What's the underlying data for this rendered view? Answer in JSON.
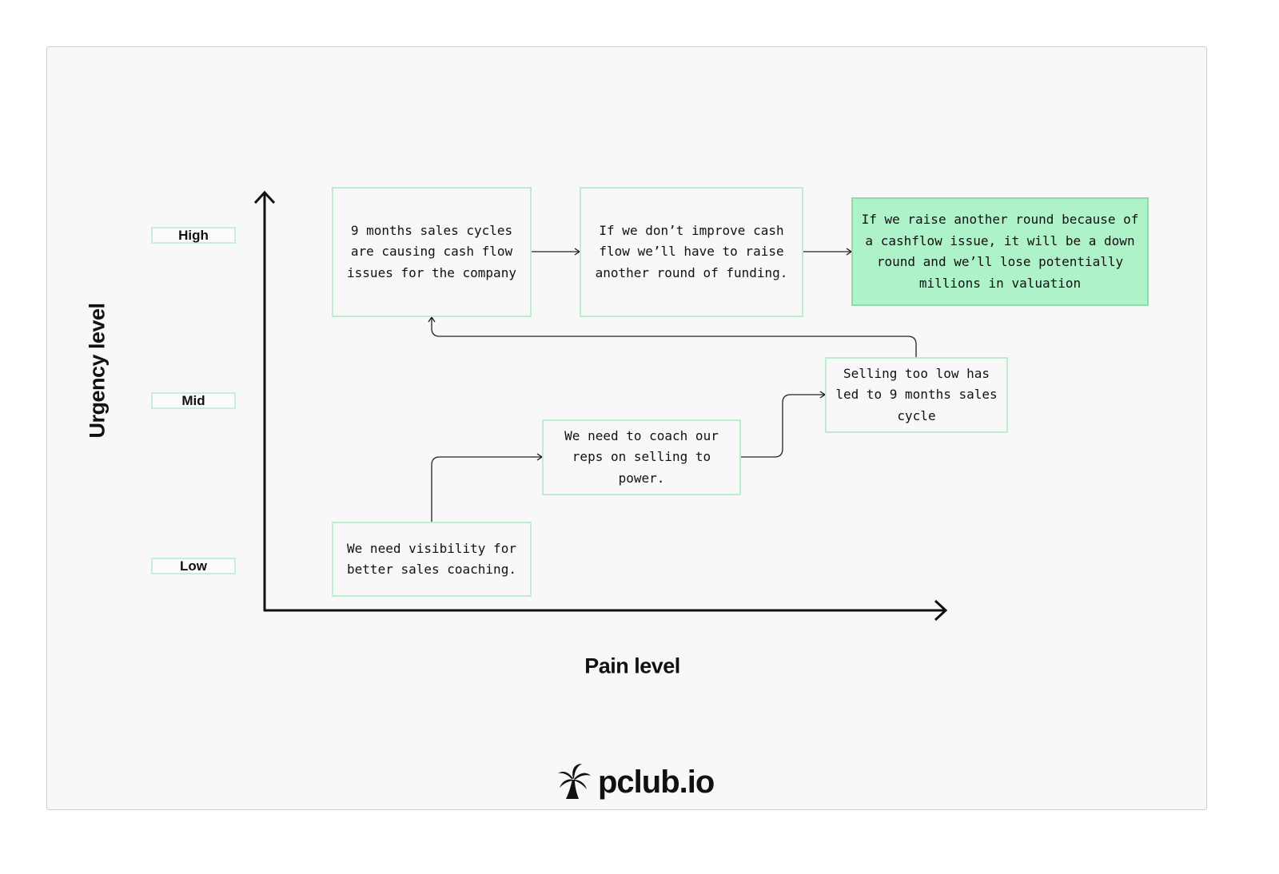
{
  "diagram": {
    "y_axis_label": "Urgency level",
    "x_axis_label": "Pain level",
    "levels": [
      {
        "label": "High"
      },
      {
        "label": "Mid"
      },
      {
        "label": "Low"
      }
    ],
    "nodes": [
      {
        "id": "n1",
        "text": "We need visibility for better sales coaching.",
        "level": "Low",
        "highlighted": false
      },
      {
        "id": "n2",
        "text": "We need to coach our reps on selling to power.",
        "level": "Mid",
        "highlighted": false
      },
      {
        "id": "n3",
        "text": "Selling too low has led to 9 months sales cycle",
        "level": "Mid",
        "highlighted": false
      },
      {
        "id": "n4",
        "text": "9 months sales cycles are causing cash flow issues for the company",
        "level": "High",
        "highlighted": false
      },
      {
        "id": "n5",
        "text": "If we don’t improve cash flow we’ll have to raise another round of funding.",
        "level": "High",
        "highlighted": false
      },
      {
        "id": "n6",
        "text": "If we raise another round because of a cashflow issue, it will be a down round and we’ll lose potentially millions in valuation",
        "level": "High",
        "highlighted": true
      }
    ],
    "edges": [
      {
        "from": "n1",
        "to": "n2"
      },
      {
        "from": "n2",
        "to": "n3"
      },
      {
        "from": "n3",
        "to": "n4"
      },
      {
        "from": "n4",
        "to": "n5"
      },
      {
        "from": "n5",
        "to": "n6"
      }
    ],
    "colors": {
      "node_border": "#bdeccf",
      "highlight_fill": "#adf2c8",
      "axis": "#111111",
      "background": "#f8f8f8"
    }
  },
  "brand": {
    "logo_icon": "palm-tree-icon",
    "name": "pclub.io"
  }
}
